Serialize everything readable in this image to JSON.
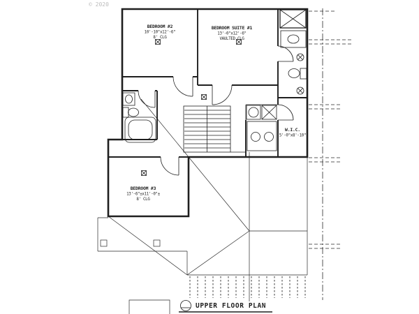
{
  "drawing": {
    "copyright": "© 2020",
    "title": "UPPER FLOOR PLAN",
    "ink_color": "#1f1f1f",
    "watermark_color": "#bcbcbc"
  },
  "rooms": {
    "bedroom2": {
      "name": "BEDROOM #2",
      "dims": "10'-10\"x12'-6\"",
      "clg": "8' CLG"
    },
    "suite1": {
      "name": "BEDROOM SUITE #1",
      "dims": "13'-0\"x12'-6\"",
      "clg": "VAULTED CLG"
    },
    "bedroom3": {
      "name": "BEDROOM #3",
      "dims": "13'-6\"±x11'-0\"±",
      "clg": "8' CLG"
    },
    "wic": {
      "name": "W.I.C.",
      "dims": "5'-0\"x8'-10\""
    }
  }
}
